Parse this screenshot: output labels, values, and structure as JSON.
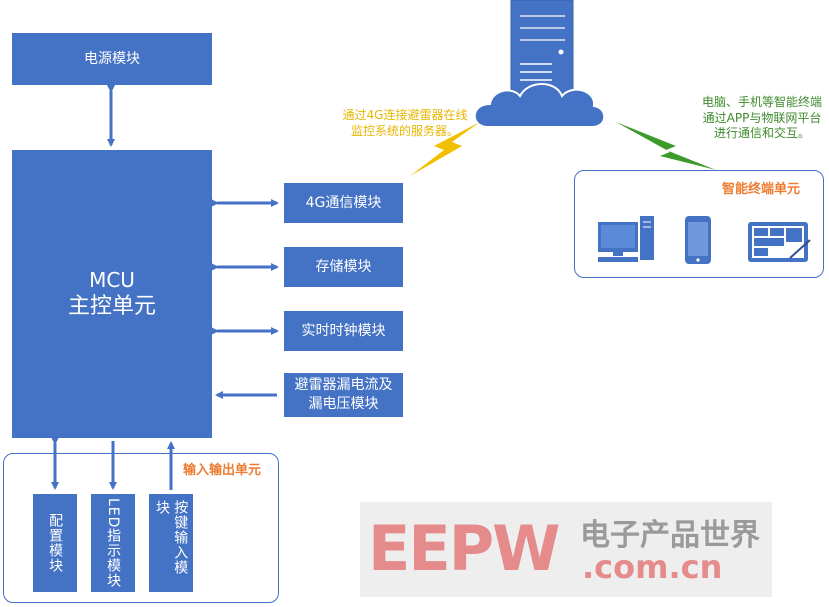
{
  "power_module": "电源模块",
  "mcu": {
    "line1": "MCU",
    "line2": "主控单元"
  },
  "modules": {
    "comm_4g": "4G通信模块",
    "storage": "存储模块",
    "rtc": "实时时钟模块",
    "leakage": "避雷器漏电流及漏电压模块"
  },
  "io_unit": {
    "label": "输入输出单元",
    "config": "配置模块",
    "led": "LED指示模块",
    "keys": "按键输入模块"
  },
  "server_note": "通过4G连接避雷器在线监控系统的服务器。",
  "terminal_note": "电脑、手机等智能终端通过APP与物联网平台进行通信和交互。",
  "terminal_unit": {
    "label": "智能终端单元"
  },
  "watermark": {
    "brand": "EEPW",
    "cn": "电子产品世界",
    "domain": ".com.cn"
  },
  "colors": {
    "box": "#4472c4",
    "accent_orange": "#ed7d31",
    "server_note": "#e7b600",
    "terminal_note": "#3e8b2e"
  },
  "icons": [
    "server-icon",
    "cloud-icon",
    "lightning-yellow-icon",
    "lightning-green-icon",
    "desktop-computer-icon",
    "smartphone-icon",
    "tablet-icon"
  ]
}
